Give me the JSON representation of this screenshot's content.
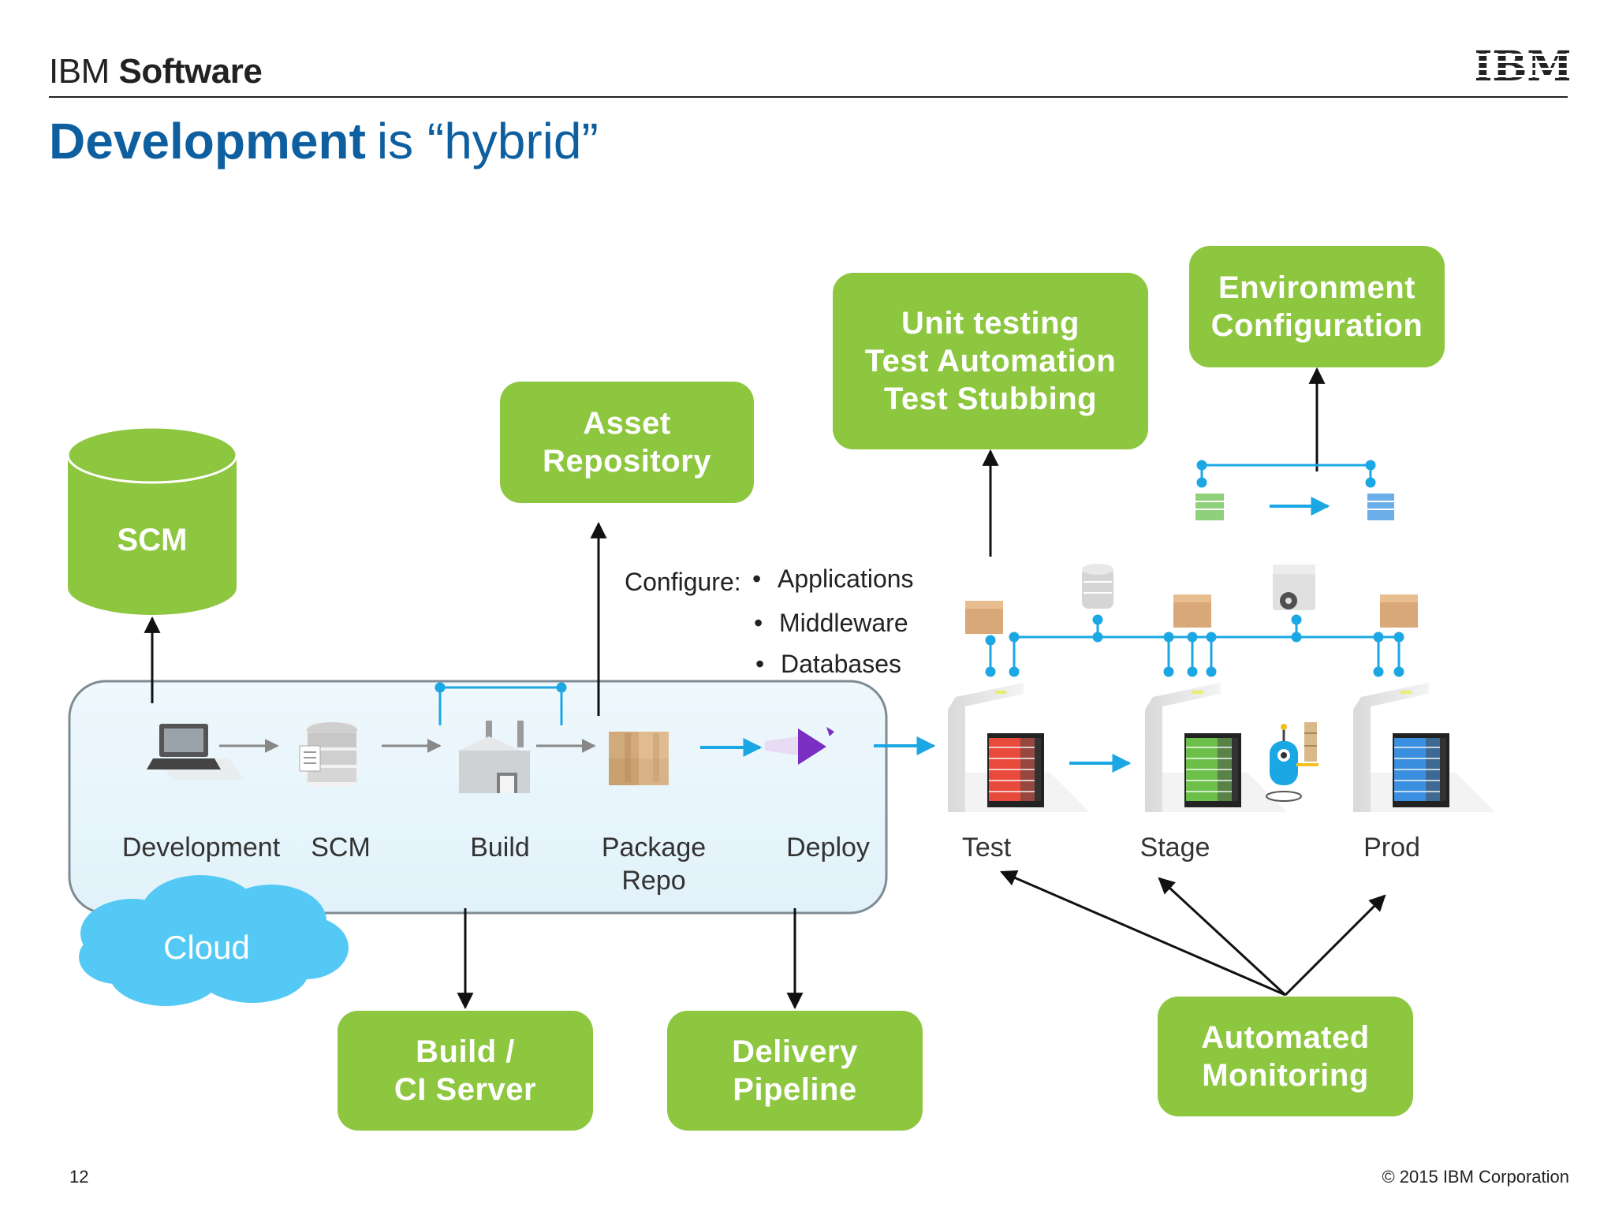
{
  "header": {
    "brand_light": "IBM",
    "brand_bold": "Software",
    "logo_text": "IBM"
  },
  "title": {
    "strong": "Development",
    "light": "is “hybrid”"
  },
  "boxes": {
    "scm_db": "SCM",
    "asset_repo": [
      "Asset",
      "Repository"
    ],
    "unit_testing": [
      "Unit testing",
      "Test Automation",
      "Test Stubbing"
    ],
    "env_config": [
      "Environment",
      "Configuration"
    ],
    "build_ci": [
      "Build /",
      "CI Server"
    ],
    "delivery": [
      "Delivery",
      "Pipeline"
    ],
    "monitoring": [
      "Automated",
      "Monitoring"
    ]
  },
  "configure": {
    "label": "Configure:",
    "items": [
      "Applications",
      "Middleware",
      "Databases"
    ]
  },
  "pipeline": {
    "stages": [
      {
        "label": "Development",
        "icon": "laptop-icon"
      },
      {
        "label": "SCM",
        "icon": "server-icon"
      },
      {
        "label": "Build",
        "icon": "factory-icon"
      },
      {
        "label": "Package",
        "label2": "Repo",
        "icon": "boxes-icon"
      },
      {
        "label": "Deploy",
        "icon": "deploy-arrow-icon"
      }
    ],
    "cloud_label": "Cloud"
  },
  "environments": [
    {
      "label": "Test",
      "color": "#e84a3c"
    },
    {
      "label": "Stage",
      "color": "#6cc04a"
    },
    {
      "label": "Prod",
      "color": "#3b8fe0"
    }
  ],
  "colors": {
    "green": "#8dc63f",
    "blue_title": "#0d5fa0",
    "cyan": "#1ba7e3",
    "cloud": "#54c9f5"
  },
  "footer": {
    "page": "12",
    "copyright": "© 2015 IBM Corporation"
  }
}
